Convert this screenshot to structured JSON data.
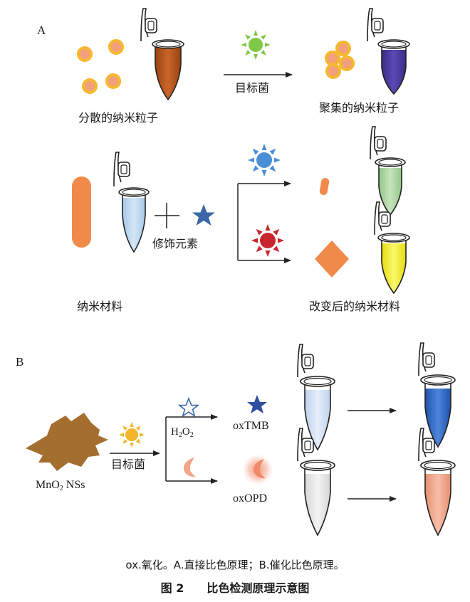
{
  "panel_a": {
    "letter": "A",
    "dispersed_label": "分散的纳米粒子",
    "arrow_label": "目标菌",
    "aggregated_label": "聚集的纳米粒子",
    "nanomaterial_label": "纳米材料",
    "modifier_label": "修饰元素",
    "changed_label": "改变后的纳米材料"
  },
  "panel_b": {
    "letter": "B",
    "mno2_main": "MnO",
    "mno2_sub": "2",
    "mno2_suffix": " NSs",
    "arrow_label": "目标菌",
    "h2o2_h": "H",
    "h2o2_sub1": "2",
    "h2o2_o": "O",
    "h2o2_sub2": "2",
    "oxtmb_label": "oxTMB",
    "oxopd_label": "oxOPD"
  },
  "caption": {
    "note": "ox.氧化。A.直接比色原理；B.催化比色原理。",
    "title": "图 2　　比色检测原理示意图"
  },
  "colors": {
    "nanoparticle_fill": "#f2a07b",
    "nanoparticle_ring": "#f5b82e",
    "tube_brown": "#b5541e",
    "tube_purple": "#4a3a9c",
    "tube_light_blue": "#b9d7ee",
    "tube_green": "#a9d4a0",
    "tube_yellow": "#f3ee1a",
    "tube_pale_blue": "#d5e3f3",
    "tube_blue": "#2f66c2",
    "tube_grey": "#e6e6e6",
    "tube_salmon": "#f1a68a",
    "orange_material": "#f08a4b",
    "star_blue": "#3b67a8",
    "bacteria_green": "#80c847",
    "bacteria_blue": "#4a8fd6",
    "bacteria_red": "#c8252e",
    "bacteria_yellow": "#f3b52a",
    "mno2_brown": "#a46e2e"
  }
}
